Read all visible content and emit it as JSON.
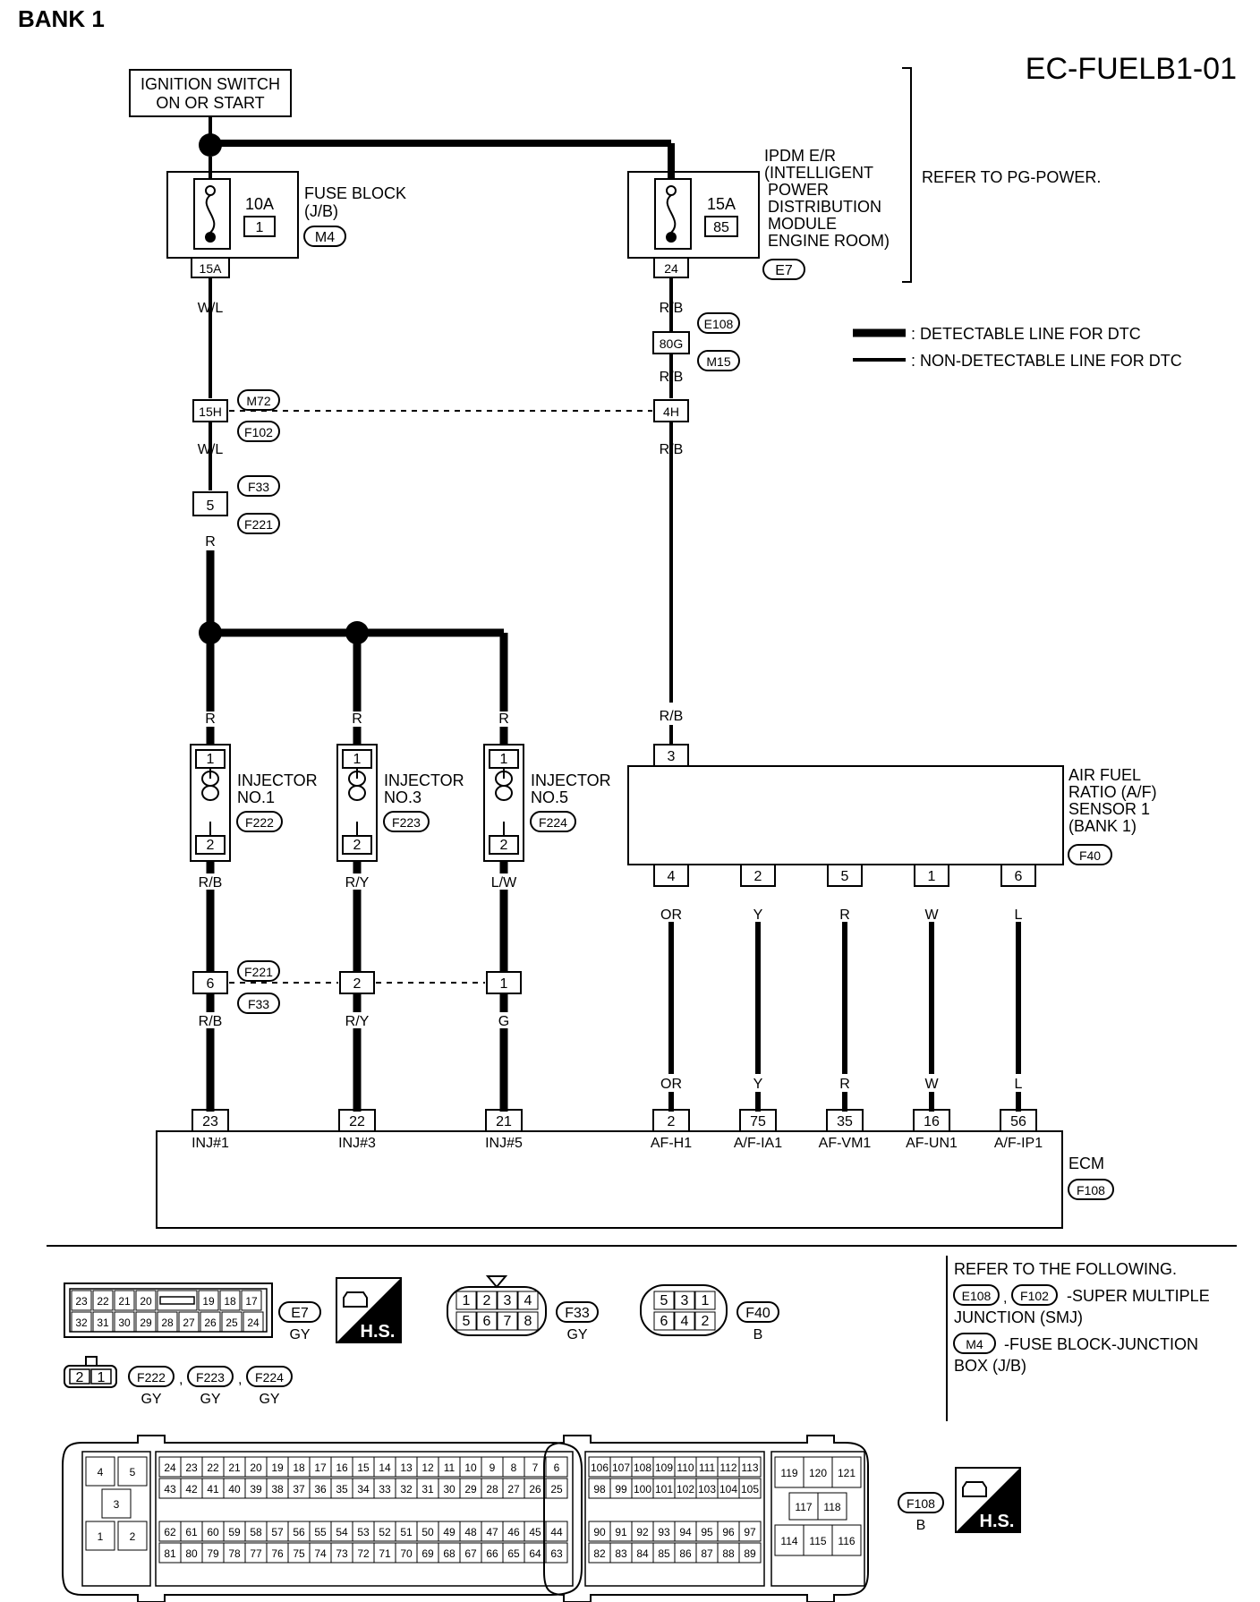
{
  "header": {
    "bank": "BANK 1",
    "code": "EC-FUELB1-01"
  },
  "power": {
    "ignition": [
      "IGNITION SWITCH",
      "ON OR START"
    ],
    "fuse_block": {
      "amp": "10A",
      "num": "1",
      "name": [
        "FUSE BLOCK",
        "(J/B)"
      ],
      "conn": "M4",
      "term": "15A"
    },
    "ipdm": {
      "amp": "15A",
      "num": "85",
      "name": [
        "IPDM E/R",
        "(INTELLIGENT",
        "POWER",
        "DISTRIBUTION",
        "MODULE",
        "ENGINE ROOM)"
      ],
      "conn": "E7",
      "term": "24"
    },
    "refer": "REFER TO PG-POWER."
  },
  "legend": {
    "detectable": ": DETECTABLE LINE FOR DTC",
    "non_detectable": ": NON-DETECTABLE LINE FOR DTC"
  },
  "wires": {
    "wl": "W/L",
    "rb": "R/B",
    "r": "R",
    "ry": "R/Y",
    "lw": "L/W",
    "g": "G",
    "or": "OR",
    "y": "Y",
    "w": "W",
    "l": "L"
  },
  "connectors": {
    "e108": "E108",
    "m15": "M15",
    "t80g": "80G",
    "m72": "M72",
    "f102": "F102",
    "t15h": "15H",
    "t4h": "4H",
    "f33": "F33",
    "f221": "F221",
    "t5": "5",
    "t6": "6",
    "t2": "2",
    "t1": "1"
  },
  "injectors": [
    {
      "label": [
        "INJECTOR",
        "NO.1"
      ],
      "conn": "F222",
      "pin_top": "1",
      "pin_bot": "2"
    },
    {
      "label": [
        "INJECTOR",
        "NO.3"
      ],
      "conn": "F223",
      "pin_top": "1",
      "pin_bot": "2"
    },
    {
      "label": [
        "INJECTOR",
        "NO.5"
      ],
      "conn": "F224",
      "pin_top": "1",
      "pin_bot": "2"
    }
  ],
  "af_sensor": {
    "name": [
      "AIR FUEL",
      "RATIO (A/F)",
      "SENSOR 1",
      "(BANK 1)"
    ],
    "conn": "F40",
    "pin_in": "3",
    "pins": [
      "4",
      "2",
      "5",
      "1",
      "6"
    ]
  },
  "ecm": {
    "name": "ECM",
    "conn": "F108",
    "terminals": [
      {
        "num": "23",
        "label": "INJ#1"
      },
      {
        "num": "22",
        "label": "INJ#3"
      },
      {
        "num": "21",
        "label": "INJ#5"
      },
      {
        "num": "2",
        "label": "AF-H1"
      },
      {
        "num": "75",
        "label": "A/F-IA1"
      },
      {
        "num": "35",
        "label": "AF-VM1"
      },
      {
        "num": "16",
        "label": "AF-UN1"
      },
      {
        "num": "56",
        "label": "A/F-IP1"
      }
    ]
  },
  "bottom": {
    "e7": {
      "top": [
        "23",
        "22",
        "21",
        "20",
        "",
        "19",
        "18",
        "17"
      ],
      "bot": [
        "32",
        "31",
        "30",
        "29",
        "28",
        "27",
        "26",
        "25",
        "24"
      ],
      "id": "E7",
      "color": "GY"
    },
    "hs": "H.S.",
    "f33": {
      "top": [
        "1",
        "2",
        "3",
        "4"
      ],
      "bot": [
        "5",
        "6",
        "7",
        "8"
      ],
      "id": "F33",
      "color": "GY"
    },
    "f40": {
      "top": [
        "5",
        "3",
        "1"
      ],
      "bot": [
        "6",
        "4",
        "2"
      ],
      "id": "F40",
      "color": "B"
    },
    "inj_conn": {
      "pins": [
        "2",
        "1"
      ],
      "ids": [
        "F222",
        "F223",
        "F224"
      ],
      "color": "GY",
      "sep": ","
    },
    "refer_following": "REFER TO THE FOLLOWING.",
    "smj_ids": [
      "E108",
      "F102"
    ],
    "smj_text": [
      "-SUPER MULTIPLE",
      "JUNCTION (SMJ)"
    ],
    "jb_id": "M4",
    "jb_text": [
      "-FUSE BLOCK-JUNCTION",
      "BOX (J/B)"
    ],
    "f108": {
      "id": "F108",
      "color": "B",
      "left": [
        [
          "4",
          "5"
        ],
        [
          "3"
        ],
        [
          "1",
          "2"
        ]
      ],
      "mid_top1": [
        "24",
        "23",
        "22",
        "21",
        "20",
        "19",
        "18",
        "17",
        "16",
        "15",
        "14",
        "13",
        "12",
        "11",
        "10",
        "9",
        "8",
        "7",
        "6"
      ],
      "mid_top2": [
        "43",
        "42",
        "41",
        "40",
        "39",
        "38",
        "37",
        "36",
        "35",
        "34",
        "33",
        "32",
        "31",
        "30",
        "29",
        "28",
        "27",
        "26",
        "25"
      ],
      "mid_bot1": [
        "62",
        "61",
        "60",
        "59",
        "58",
        "57",
        "56",
        "55",
        "54",
        "53",
        "52",
        "51",
        "50",
        "49",
        "48",
        "47",
        "46",
        "45",
        "44"
      ],
      "mid_bot2": [
        "81",
        "80",
        "79",
        "78",
        "77",
        "76",
        "75",
        "74",
        "73",
        "72",
        "71",
        "70",
        "69",
        "68",
        "67",
        "66",
        "65",
        "64",
        "63"
      ],
      "r_top1": [
        "106",
        "107",
        "108",
        "109",
        "110",
        "111",
        "112",
        "113"
      ],
      "r_top2": [
        "98",
        "99",
        "100",
        "101",
        "102",
        "103",
        "104",
        "105"
      ],
      "r_bot1": [
        "90",
        "91",
        "92",
        "93",
        "94",
        "95",
        "96",
        "97"
      ],
      "r_bot2": [
        "82",
        "83",
        "84",
        "85",
        "86",
        "87",
        "88",
        "89"
      ],
      "rr_top": [
        "119",
        "120",
        "121"
      ],
      "rr_mid": [
        "117",
        "118"
      ],
      "rr_bot": [
        "114",
        "115",
        "116"
      ]
    }
  }
}
